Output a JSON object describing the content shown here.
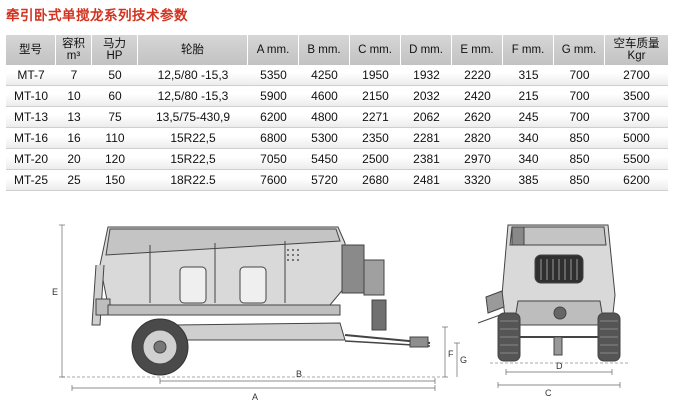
{
  "title": "牵引卧式单搅龙系列技术参数",
  "table": {
    "headers": [
      {
        "line1": "型号",
        "line2": ""
      },
      {
        "line1": "容积",
        "line2": "m³"
      },
      {
        "line1": "马力",
        "line2": "HP"
      },
      {
        "line1": "轮胎",
        "line2": ""
      },
      {
        "line1": "A mm.",
        "line2": ""
      },
      {
        "line1": "B mm.",
        "line2": ""
      },
      {
        "line1": "C mm.",
        "line2": ""
      },
      {
        "line1": "D mm.",
        "line2": ""
      },
      {
        "line1": "E mm.",
        "line2": ""
      },
      {
        "line1": "F mm.",
        "line2": ""
      },
      {
        "line1": "G mm.",
        "line2": ""
      },
      {
        "line1": "空车质量",
        "line2": "Kgr"
      }
    ],
    "rows": [
      [
        "MT-7",
        "7",
        "50",
        "12,5/80 -15,3",
        "5350",
        "4250",
        "1950",
        "1932",
        "2220",
        "315",
        "700",
        "2700"
      ],
      [
        "MT-10",
        "10",
        "60",
        "12,5/80 -15,3",
        "5900",
        "4600",
        "2150",
        "2032",
        "2420",
        "215",
        "700",
        "3500"
      ],
      [
        "MT-13",
        "13",
        "75",
        "13,5/75-430,9",
        "6200",
        "4800",
        "2271",
        "2062",
        "2620",
        "245",
        "700",
        "3700"
      ],
      [
        "MT-16",
        "16",
        "110",
        "15R22,5",
        "6800",
        "5300",
        "2350",
        "2281",
        "2820",
        "340",
        "850",
        "5000"
      ],
      [
        "MT-20",
        "20",
        "120",
        "15R22,5",
        "7050",
        "5450",
        "2500",
        "2381",
        "2970",
        "340",
        "850",
        "5500"
      ],
      [
        "MT-25",
        "25",
        "150",
        "18R22.5",
        "7600",
        "5720",
        "2680",
        "2481",
        "3320",
        "385",
        "850",
        "6200"
      ]
    ]
  },
  "dimensions": {
    "a": "A",
    "b": "B",
    "c": "C",
    "d": "D",
    "e": "E",
    "f": "F",
    "g": "G"
  }
}
